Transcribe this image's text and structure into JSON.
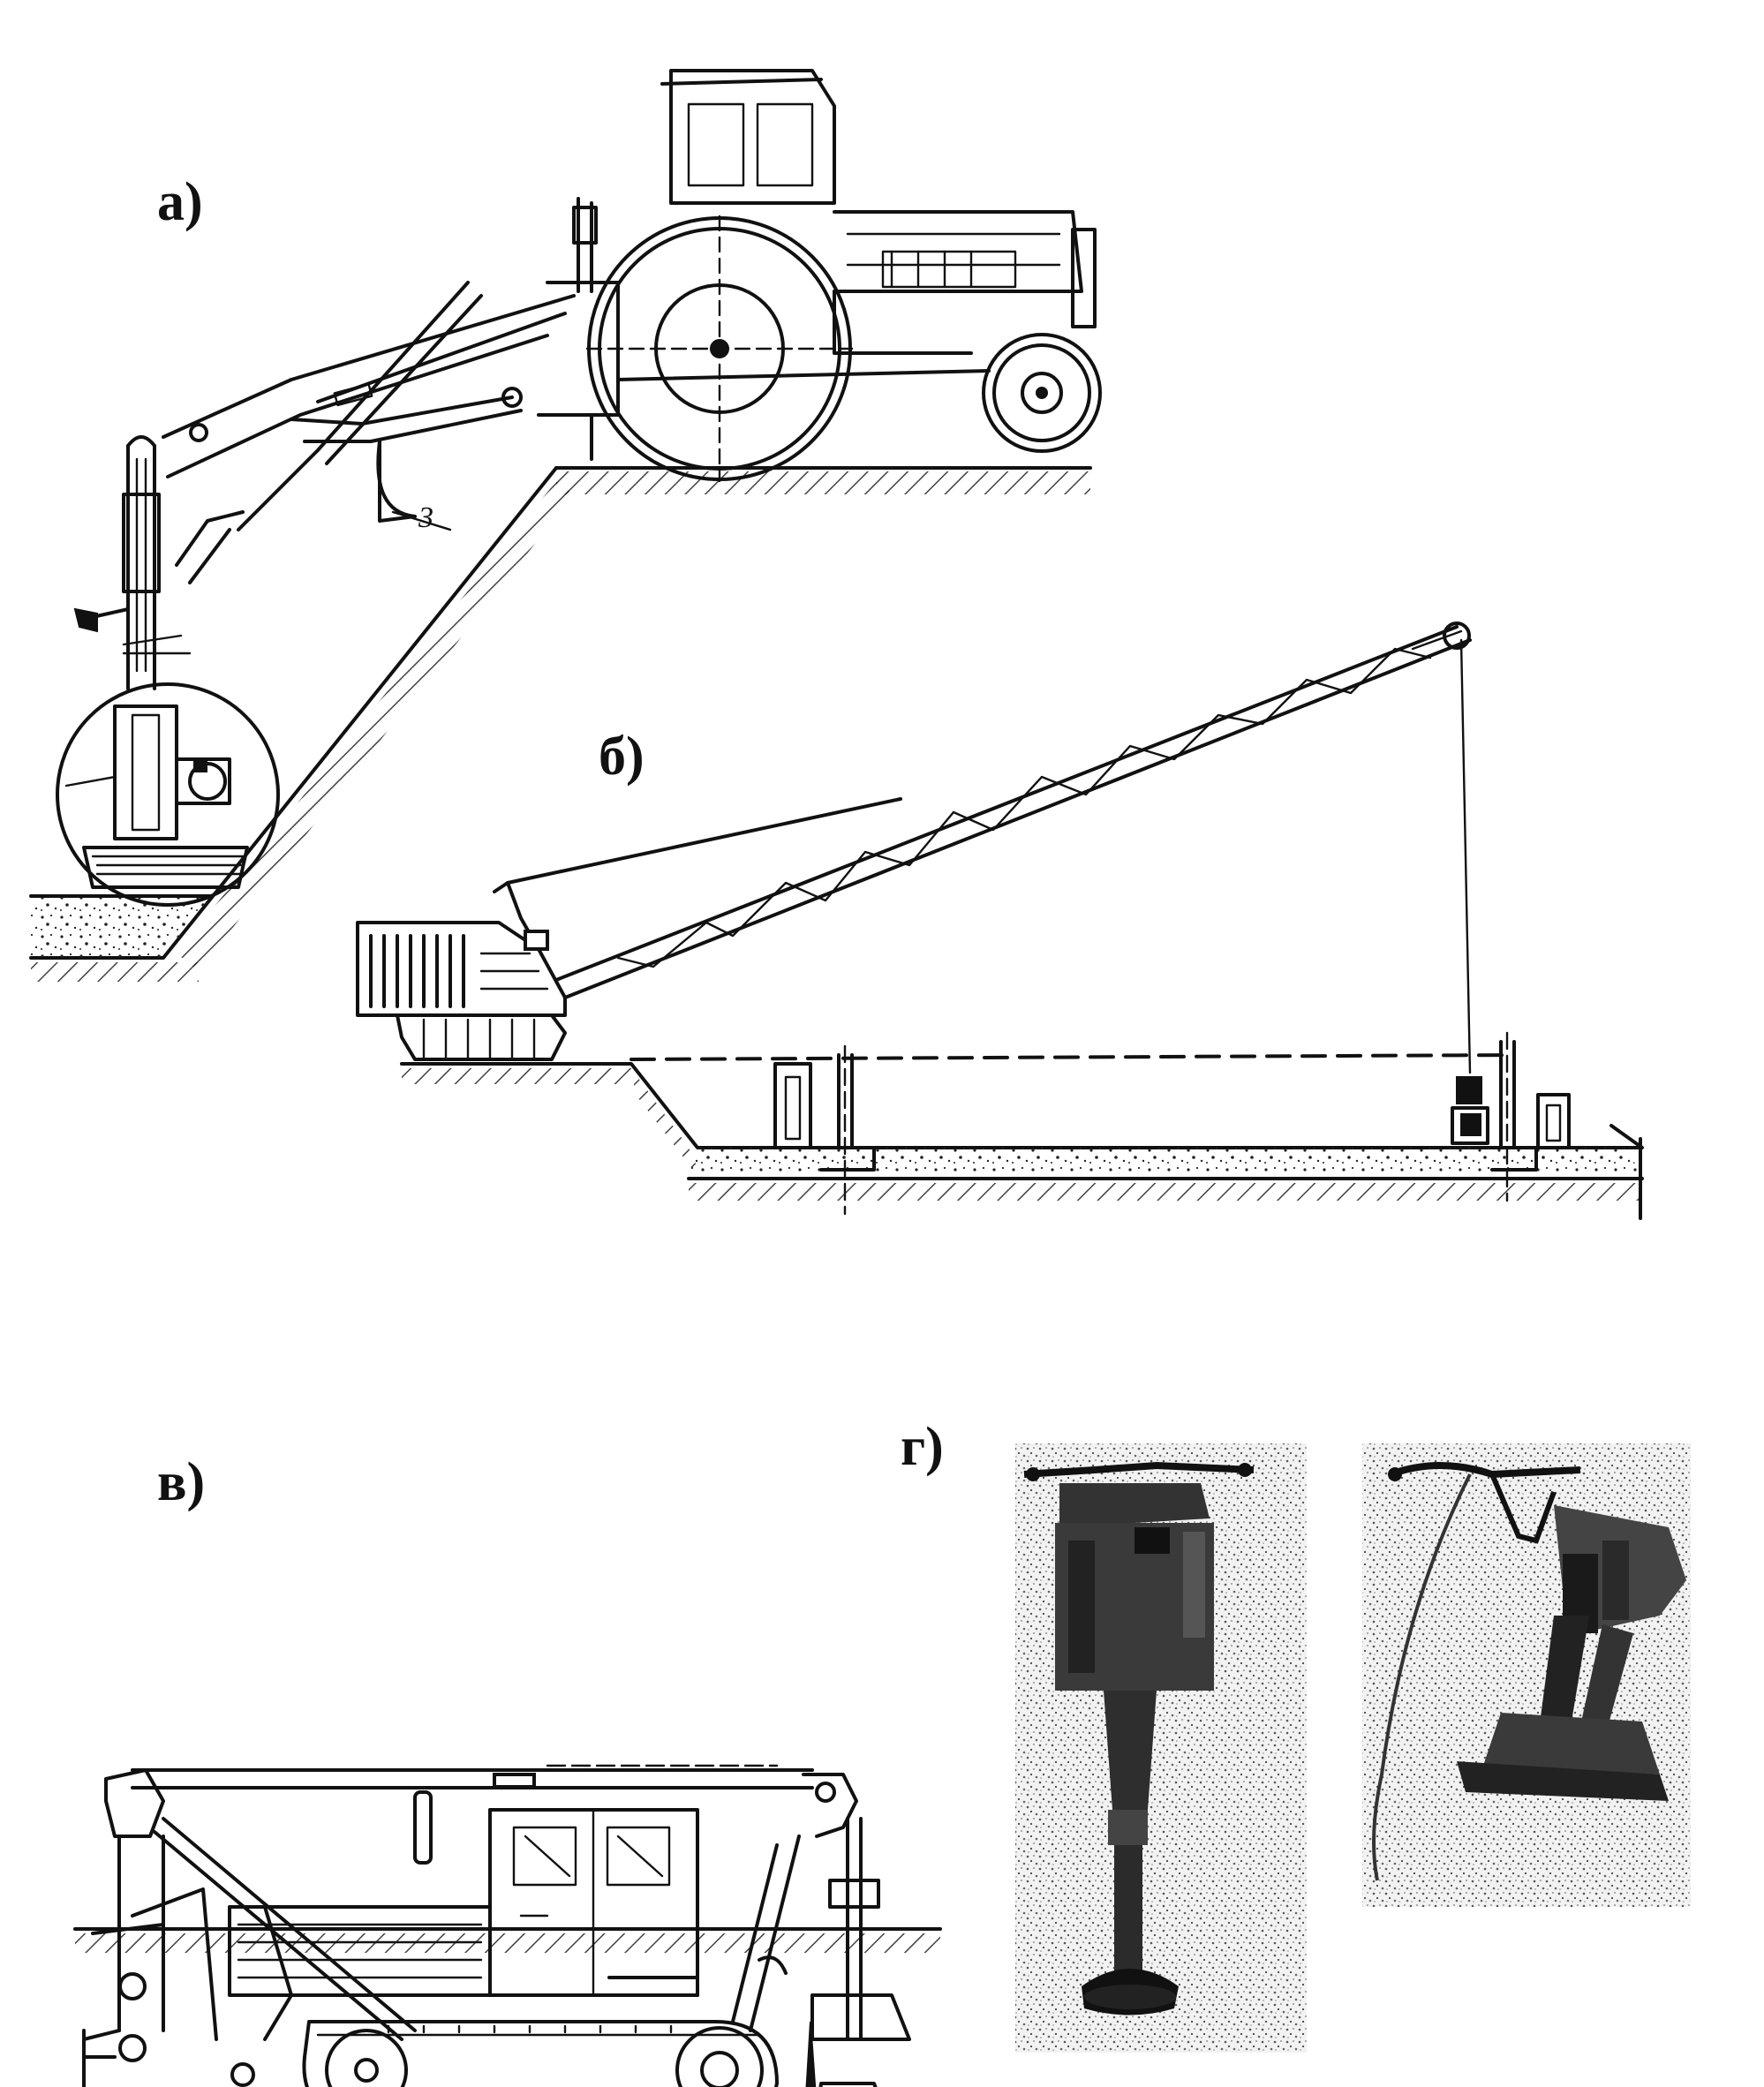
{
  "figure": {
    "panels": [
      {
        "id": "a",
        "label": "а)"
      },
      {
        "id": "b",
        "label": "б)"
      },
      {
        "id": "v",
        "label": "в)"
      },
      {
        "id": "g",
        "label": "г)"
      }
    ],
    "callouts": [
      {
        "id": "a-callout-3",
        "text": "3"
      }
    ]
  }
}
